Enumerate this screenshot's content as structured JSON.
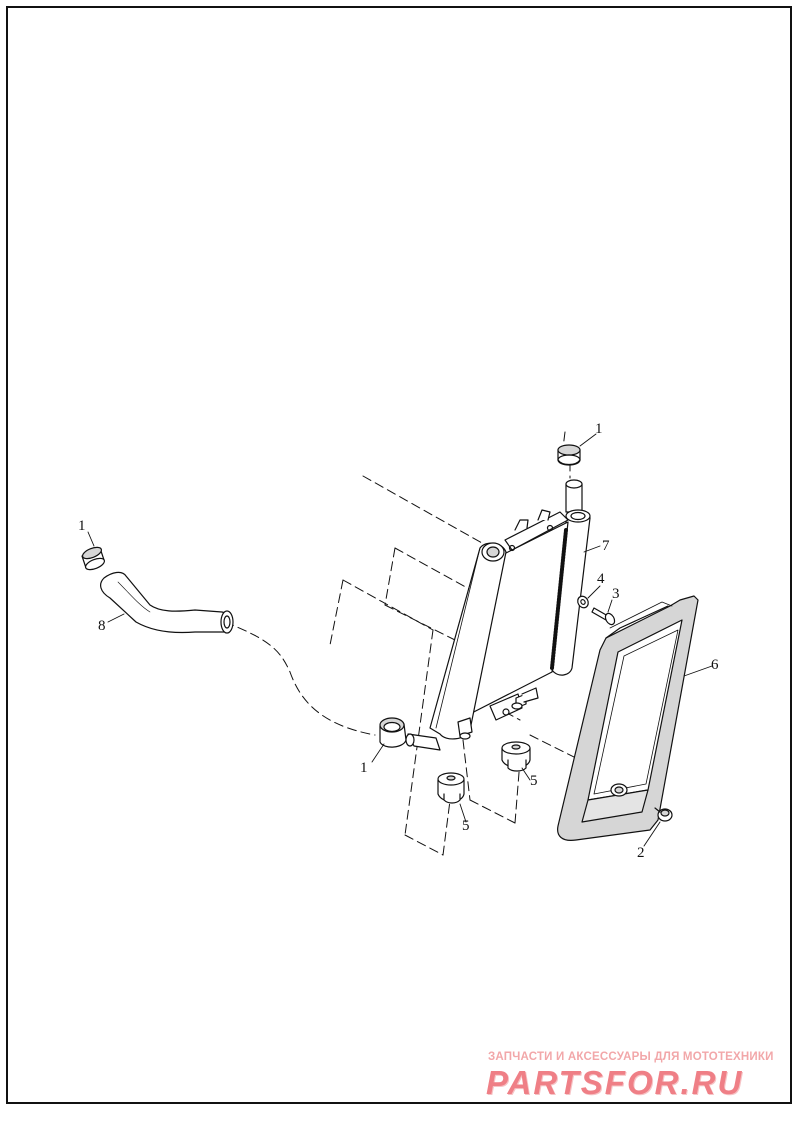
{
  "callouts": {
    "c1_top": "1",
    "c1_left": "1",
    "c1_mid": "1",
    "c2": "2",
    "c3": "3",
    "c4": "4",
    "c5_right": "5",
    "c5_left": "5",
    "c6": "6",
    "c7": "7",
    "c8": "8"
  },
  "watermark": {
    "tagline": "ЗАПЧАСТИ И АКСЕССУАРЫ ДЛЯ МОТОТЕХНИКИ",
    "logo": "PARTSFOR.RU"
  },
  "colors": {
    "line": "#111111",
    "fill_gray": "#d6d6d6",
    "watermark": "#ef7f86"
  }
}
